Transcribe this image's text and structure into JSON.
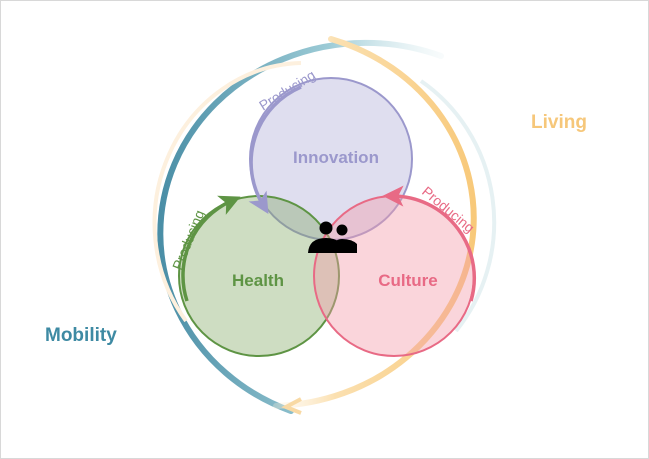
{
  "labels": {
    "innovation": "Innovation",
    "health": "Health",
    "culture": "Culture",
    "living": "Living",
    "mobility": "Mobility",
    "producing_innovation": "Producing",
    "producing_health": "Producing",
    "producing_culture": "Producing"
  },
  "icons": {
    "center": "people-icon"
  },
  "colors": {
    "innovation": "#9b98cc",
    "health": "#5e9444",
    "culture": "#e86a85",
    "living": "#f6c77a",
    "mobility": "#3e8aa3"
  }
}
